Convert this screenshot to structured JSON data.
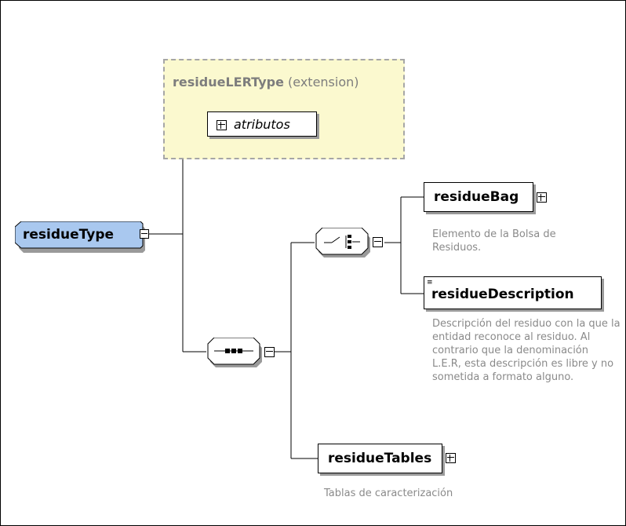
{
  "extension": {
    "type_name": "residueLERType",
    "qualifier": "(extension)"
  },
  "attributes": {
    "label": "atributos"
  },
  "root": {
    "name": "residueType"
  },
  "children": {
    "residueBag": {
      "name": "residueBag",
      "doc": "Elemento de la Bolsa de Residuos."
    },
    "residueDescription": {
      "name": "residueDescription",
      "doc": "Descripción del residuo con la que la entidad reconoce al residuo. Al contrario que la denominación L.E.R, esta descripción es libre y no sometida a formato alguno."
    },
    "residueTables": {
      "name": "residueTables",
      "doc": "Tablas de caracterización"
    }
  },
  "colors": {
    "root_fill": "#a9c8ef",
    "extension_fill": "#fbf9cf",
    "doc_text": "#8a8a8a"
  }
}
